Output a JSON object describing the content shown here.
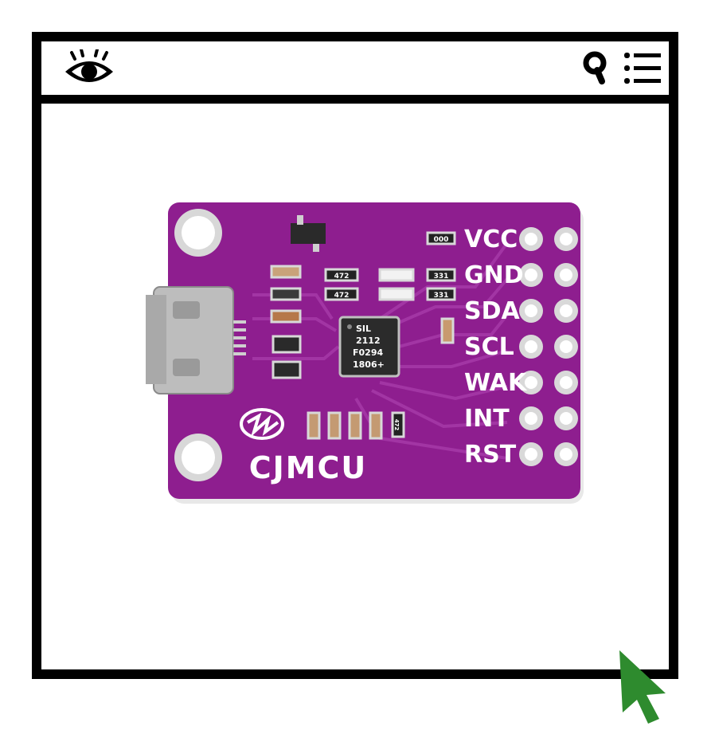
{
  "toolbar": {
    "left_icon": "eye-icon",
    "right_icons": [
      "search-icon",
      "list-menu-icon"
    ]
  },
  "content": {
    "image_subject": "cjmcu-pcb-board",
    "board": {
      "brand": "CJMCU",
      "pins": [
        "VCC",
        "GND",
        "SDA",
        "SCL",
        "WAK",
        "INT",
        "RST"
      ],
      "chip_lines": [
        "SIL",
        "2112",
        "F0294",
        "1806+"
      ],
      "resistor_marks": [
        "472",
        "472",
        "331",
        "331",
        "000",
        "472"
      ],
      "colors": {
        "pcb": "#8e1e8f",
        "silkscreen": "#ffffff",
        "pads": "#d9d9d9"
      }
    }
  },
  "cursor": {
    "icon": "arrow-cursor-icon",
    "color": "#2e8b2e"
  }
}
